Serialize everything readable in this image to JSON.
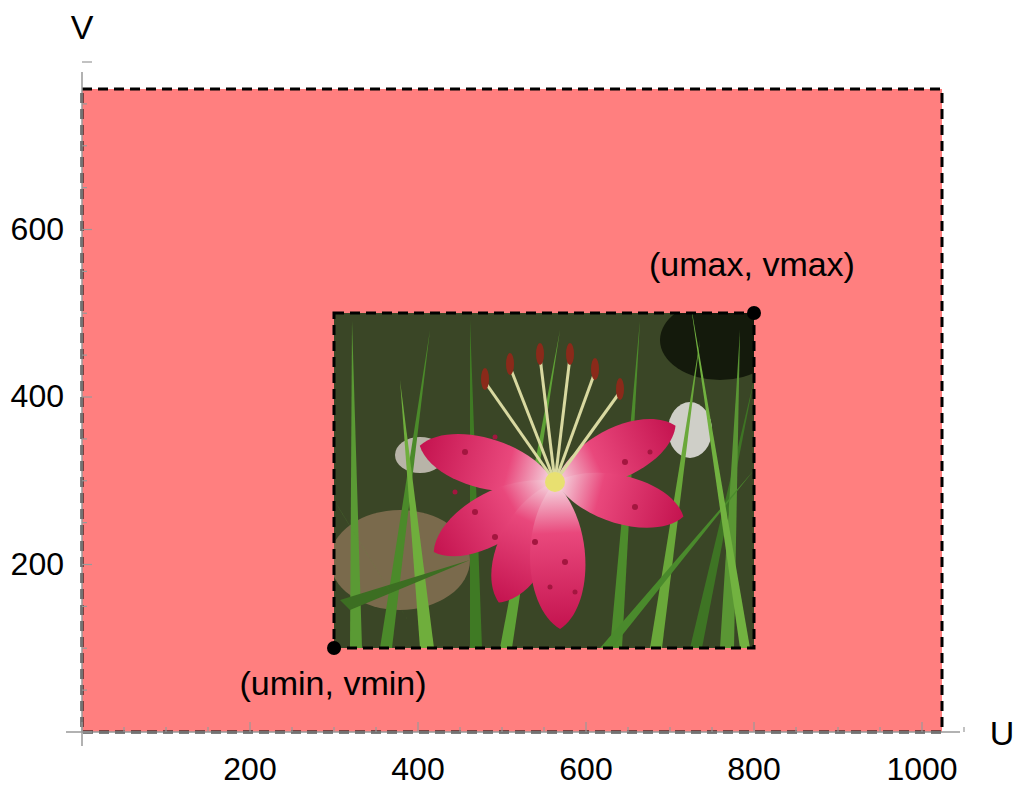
{
  "diagram": {
    "labels": [
      "V",
      "600",
      "400",
      "200",
      "(umax, vmax)",
      "(umin, vmin)",
      "U",
      "200",
      "400",
      "600",
      "800",
      "1000"
    ]
  }
}
